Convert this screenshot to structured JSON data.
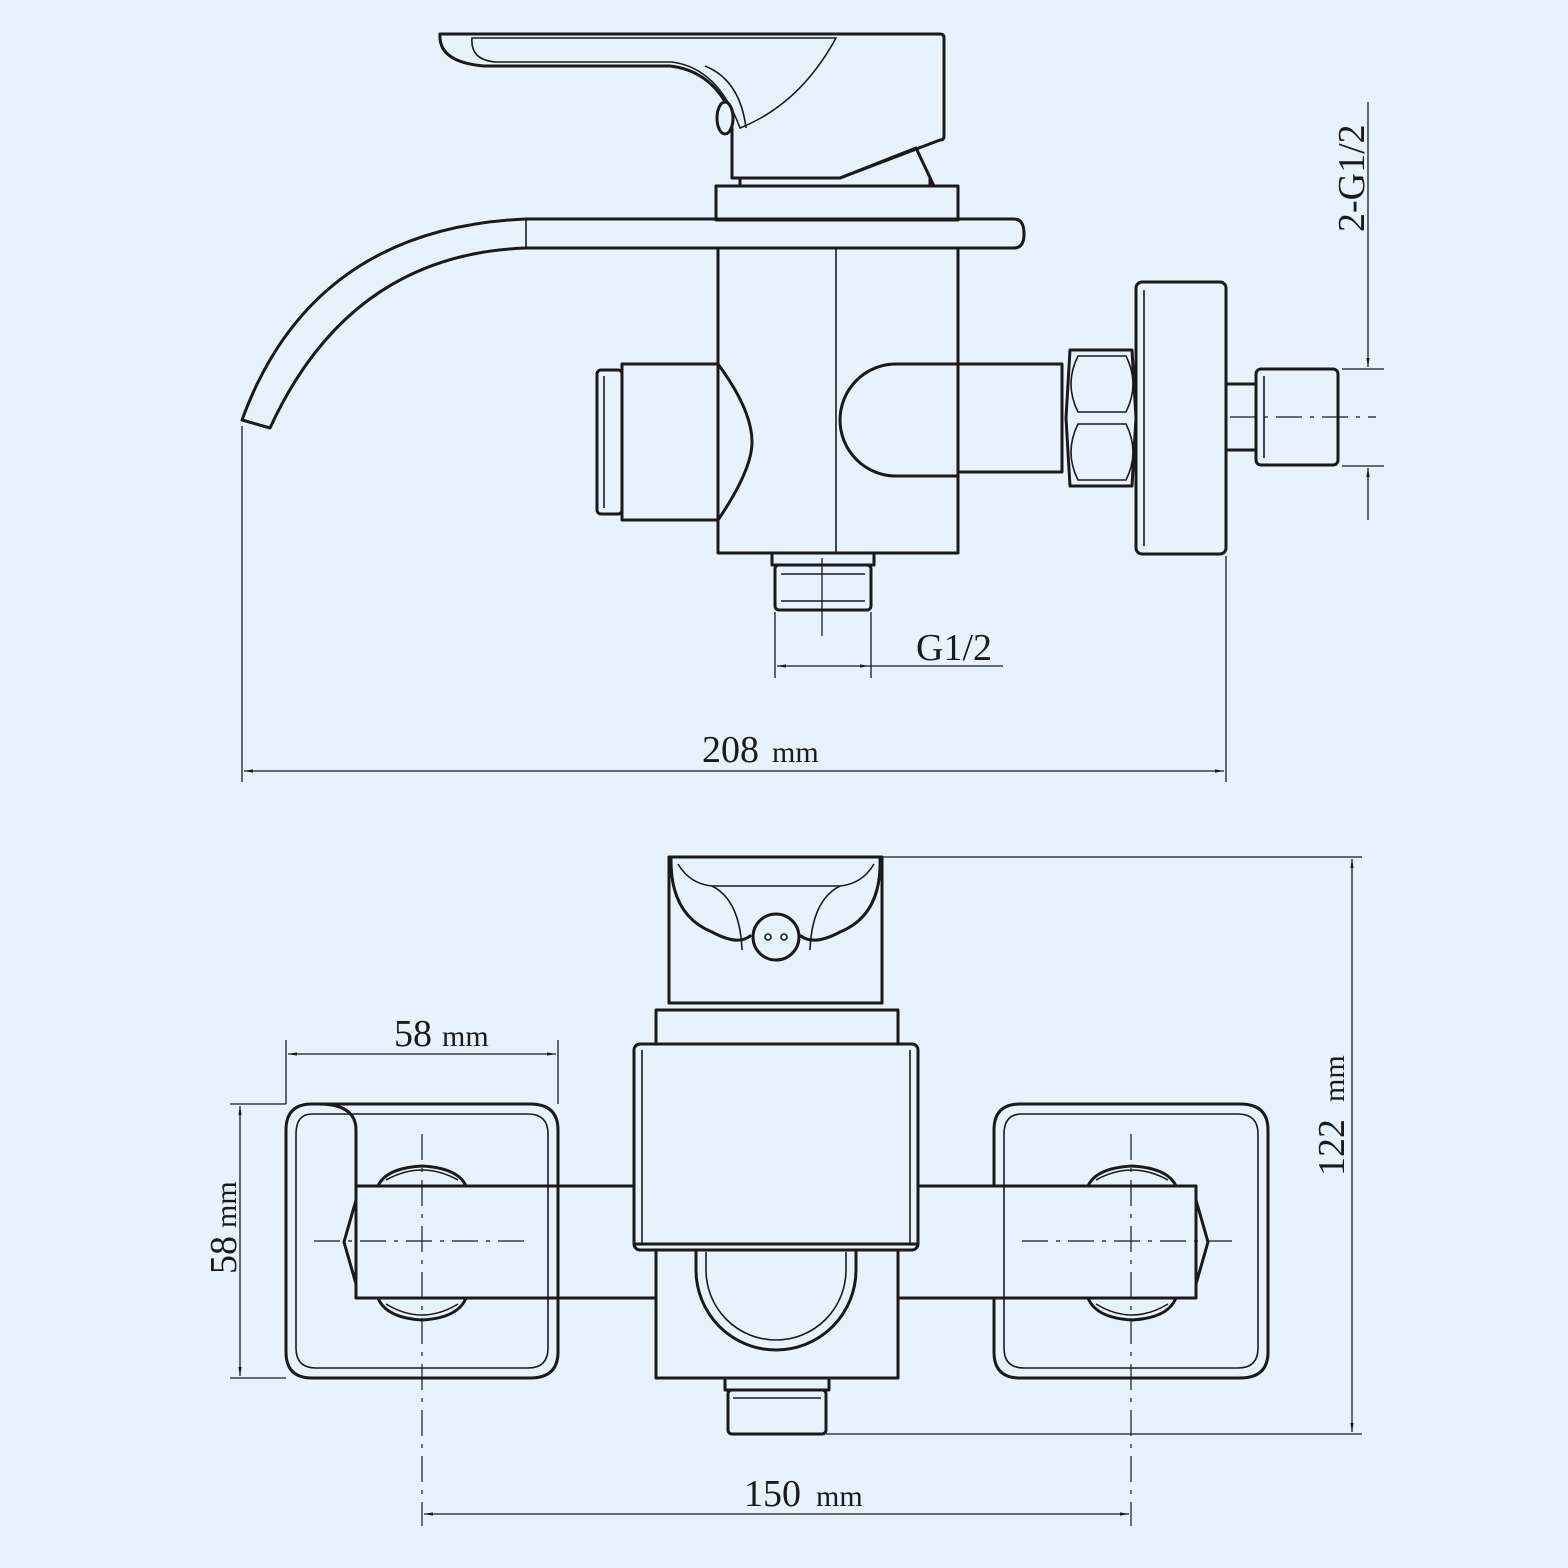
{
  "unit_label": "mm",
  "dimensions": {
    "overall_depth": "208",
    "plate_width": "58",
    "plate_height": "58",
    "center_distance": "150",
    "overall_height": "122"
  },
  "threads": {
    "outlet_thread": "G1/2",
    "inlet_thread": "2-G1/2"
  },
  "colors": {
    "background": "#e8f2fe",
    "line": "#1a1a1a"
  }
}
